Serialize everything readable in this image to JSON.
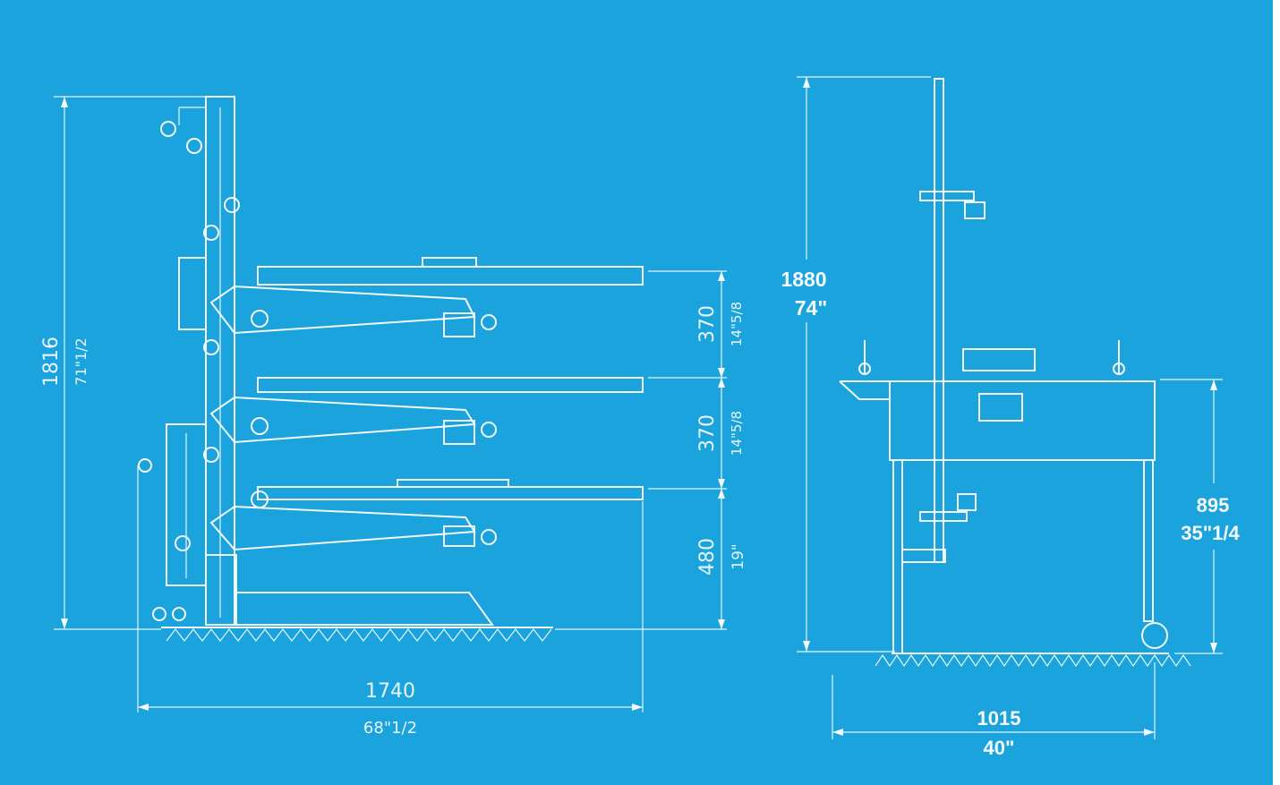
{
  "colors": {
    "background": "#1aa3dc",
    "lines": "#f2f8fc"
  },
  "side_view": {
    "overall_height": {
      "mm": "1816",
      "inch": "71\"1/2"
    },
    "overall_length": {
      "mm": "1740",
      "inch": "68\"1/2"
    },
    "spacing_upper": {
      "mm": "370",
      "inch": "14\"5/8"
    },
    "spacing_middle": {
      "mm": "370",
      "inch": "14\"5/8"
    },
    "spacing_lower": {
      "mm": "480",
      "inch": "19\""
    }
  },
  "front_view": {
    "overall_height": {
      "mm": "1880",
      "inch": "74\""
    },
    "table_height": {
      "mm": "895",
      "inch": "35\"1/4"
    },
    "width": {
      "mm": "1015",
      "inch": "40\""
    }
  }
}
